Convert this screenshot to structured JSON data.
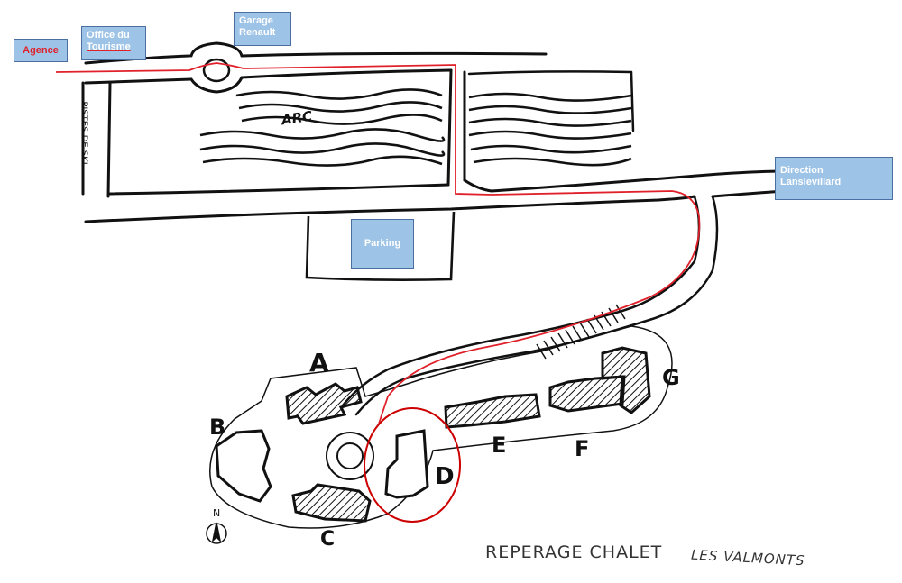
{
  "labels": {
    "agence": "Agence",
    "office_line1": "Office du",
    "office_line2": "Tourisme",
    "garage_line1": "Garage",
    "garage_line2": "Renault",
    "direction_line1": "Direction",
    "direction_line2": "Lanslevillard",
    "parking": "Parking"
  },
  "handwriting": {
    "arc": "ARC",
    "pistes": "PISTES DE SKI",
    "north": "N"
  },
  "buildings": [
    "A",
    "B",
    "C",
    "D",
    "E",
    "F",
    "G"
  ],
  "title": {
    "main": "REPERAGE CHALET",
    "sub": "LES VALMONTS"
  },
  "colors": {
    "label_fill": "#9dc3e6",
    "route": "#e0202a",
    "ink": "#111111"
  }
}
